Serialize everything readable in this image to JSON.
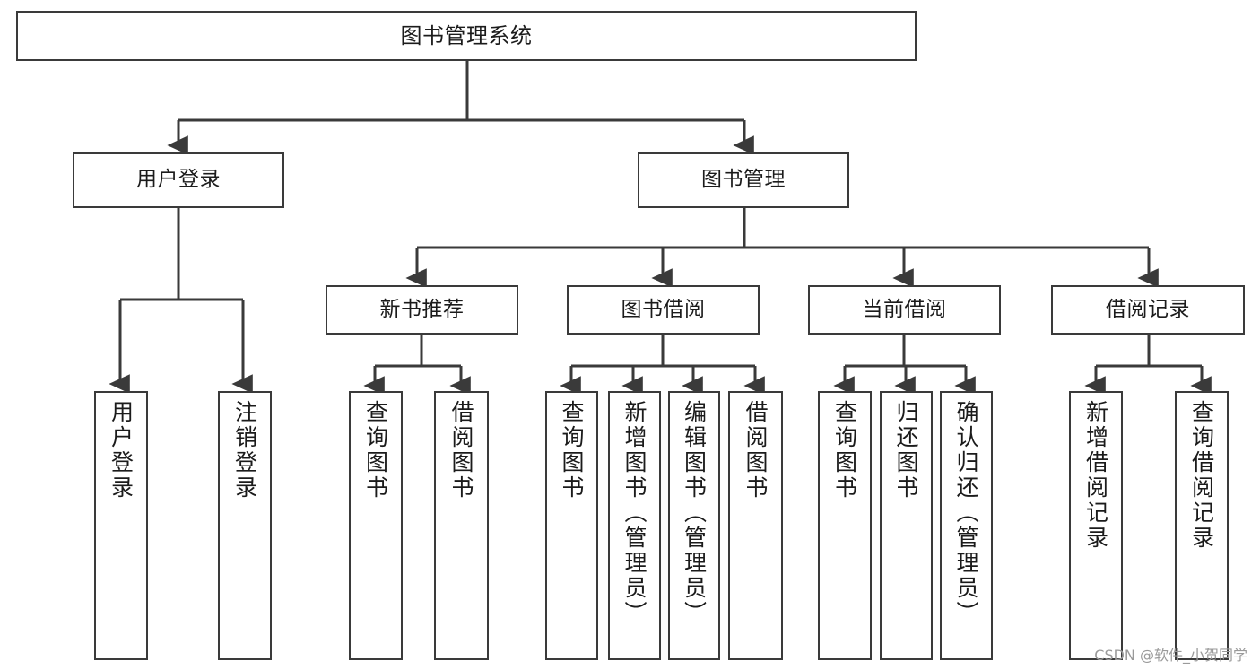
{
  "diagram": {
    "type": "tree-hierarchy",
    "title": "图书管理系统",
    "orientation": "top-down",
    "edge_color": "#3a3a3a",
    "box_border_color": "#3a3a3a",
    "background_color": "#ffffff",
    "text_color": "#1b1b1b"
  },
  "nodes": {
    "root": {
      "label": "图书管理系统",
      "level": 1
    },
    "level2": [
      {
        "label": "用户登录",
        "level": 2
      },
      {
        "label": "图书管理",
        "level": 2
      }
    ],
    "level3": [
      {
        "label": "新书推荐",
        "level": 3
      },
      {
        "label": "图书借阅",
        "level": 3
      },
      {
        "label": "当前借阅",
        "level": 3
      },
      {
        "label": "借阅记录",
        "level": 3
      }
    ],
    "leaves": {
      "user_login": [
        {
          "label": "用户登录"
        },
        {
          "label": "注销登录"
        }
      ],
      "new_book_recommend": [
        {
          "label": "查询图书"
        },
        {
          "label": "借阅图书"
        }
      ],
      "book_borrow": [
        {
          "label": "查询图书"
        },
        {
          "label": "新增图书（管理员）"
        },
        {
          "label": "编辑图书（管理员）"
        },
        {
          "label": "借阅图书"
        }
      ],
      "current_borrow": [
        {
          "label": "查询图书"
        },
        {
          "label": "归还图书"
        },
        {
          "label": "确认归还（管理员）"
        }
      ],
      "borrow_record": [
        {
          "label": "新增借阅记录"
        },
        {
          "label": "查询借阅记录"
        }
      ]
    }
  },
  "watermark": {
    "text": "CSDN @软件_小贺同学"
  }
}
